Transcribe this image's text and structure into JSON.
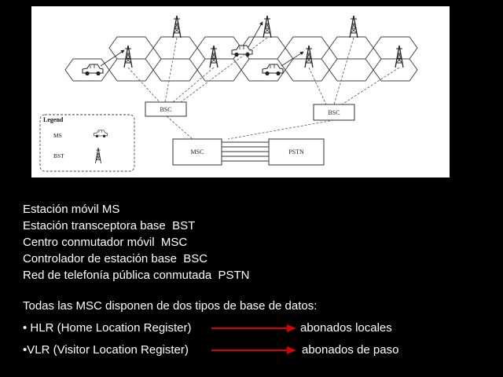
{
  "colors": {
    "background": "#000000",
    "text": "#ffffff",
    "arrow": "#d90000",
    "diagram_background": "#ffffff"
  },
  "diagram": {
    "nodes": {
      "bsc_left": "BSC",
      "bsc_right": "BSC",
      "msc": "MSC",
      "pstn": "PSTN"
    },
    "legend": {
      "title": "Legend",
      "items": [
        {
          "label": "MS",
          "icon": "car-icon"
        },
        {
          "label": "BST",
          "icon": "tower-icon"
        }
      ]
    }
  },
  "definitions": [
    "Estación móvil MS",
    "Estación transceptora base  BST",
    "Centro conmutador móvil  MSC",
    "Controlador de estación base  BSC",
    "Red de telefonía pública conmutada  PSTN"
  ],
  "databases": {
    "intro": "Todas las MSC disponen de dos tipos de base de datos:",
    "items": [
      {
        "term": "• HLR (Home Location Register)",
        "description": "abonados locales",
        "arrow_icon": "right-arrow-icon"
      },
      {
        "term": "•VLR (Visitor Location Register)",
        "description": "abonados de paso",
        "arrow_icon": "right-arrow-icon"
      }
    ]
  }
}
